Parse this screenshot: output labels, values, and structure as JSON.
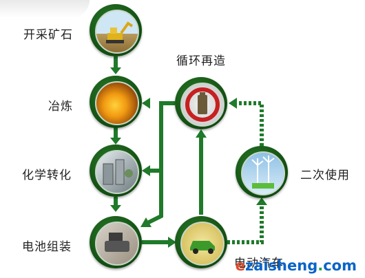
{
  "nodes": {
    "mining": {
      "label": "开采矿石",
      "icon": "excavator-icon"
    },
    "smelting": {
      "label": "冶炼",
      "icon": "molten-metal-icon"
    },
    "chemical": {
      "label": "化学转化",
      "icon": "chemical-plant-icon"
    },
    "assembly": {
      "label": "电池组装",
      "icon": "battery-assembly-icon"
    },
    "recycle": {
      "label": "循环再造",
      "icon": "recycle-battery-icon"
    },
    "second_use": {
      "label": "二次使用",
      "icon": "wind-turbine-icon"
    },
    "ev": {
      "label": "电动汽车",
      "icon": "electric-car-icon"
    }
  },
  "watermark": {
    "text_e": "e",
    "text_main": "zaisheng",
    "text_dot": ".",
    "text_com": "com"
  },
  "colors": {
    "arrow": "#1f7a2a",
    "node_ring": "#145214"
  }
}
